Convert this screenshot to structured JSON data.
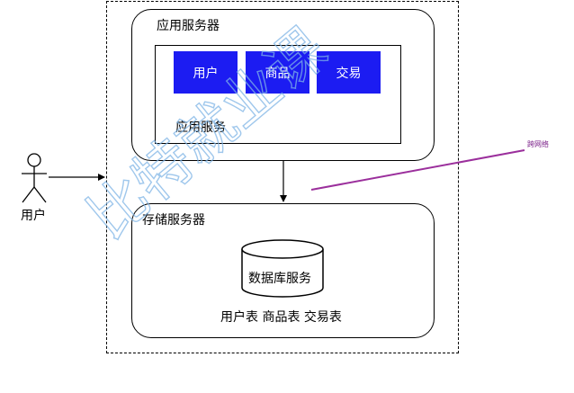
{
  "colors": {
    "module_fill": "#1c1cf2",
    "network_line": "#9b2f9c",
    "network_label": "#7a1f88",
    "watermark": "#7fb5e6"
  },
  "actor": {
    "label": "用户"
  },
  "app_server": {
    "title": "应用服务器",
    "inner_label": "应用服务",
    "modules": [
      {
        "label": "用户"
      },
      {
        "label": "商品"
      },
      {
        "label": "交易"
      }
    ]
  },
  "storage_server": {
    "title": "存储服务器",
    "database_label": "数据库服务",
    "tables_label": "用户表 商品表 交易表"
  },
  "network_note": {
    "label": "跨网络"
  },
  "watermark": {
    "text": "比特就业课"
  }
}
